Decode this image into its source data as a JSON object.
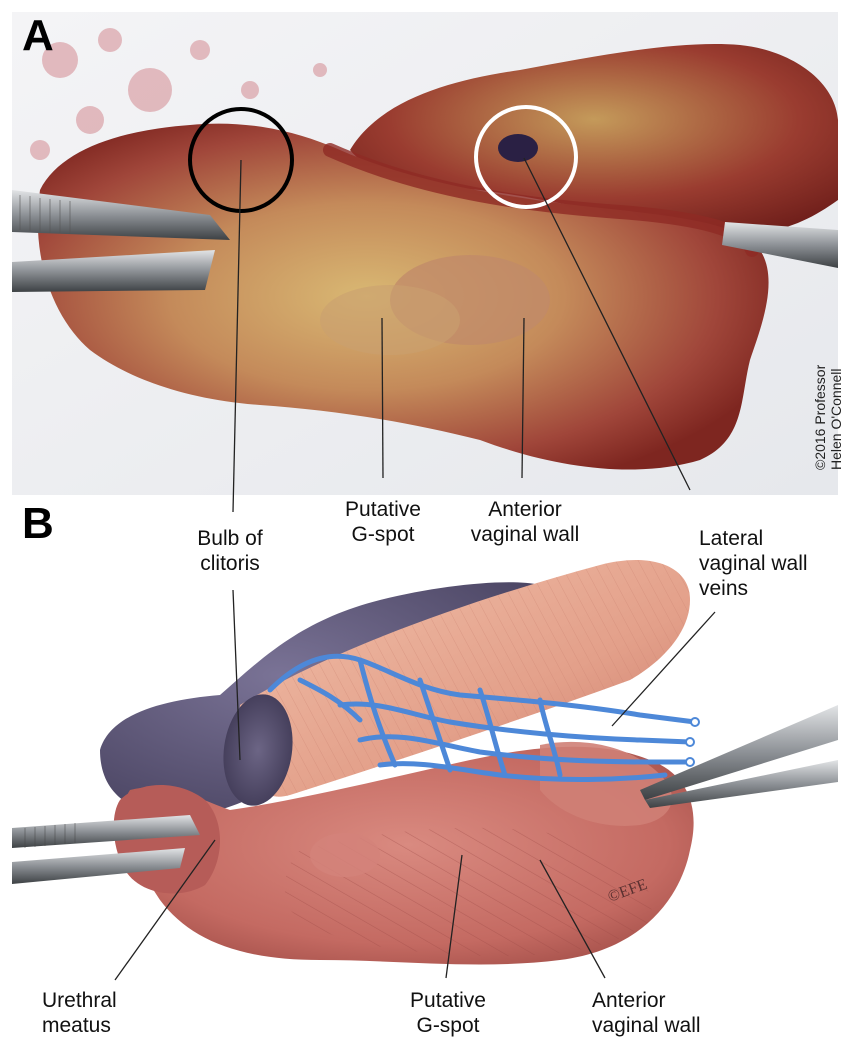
{
  "panels": {
    "a": {
      "letter": "A"
    },
    "b": {
      "letter": "B"
    }
  },
  "photo_credit": "©2016 Professor\nHelen O'Connell",
  "illustration_signature": "©EFE",
  "labels": {
    "bulb_of_clitoris": "Bulb of\nclitoris",
    "putative_gspot_top": "Putative\nG-spot",
    "anterior_vaginal_wall_top": "Anterior\nvaginal wall",
    "lateral_vaginal_wall_veins": "Lateral\nvaginal wall\nveins",
    "urethral_meatus": "Urethral\nmeatus",
    "putative_gspot_bottom": "Putative\nG-spot",
    "anterior_vaginal_wall_bottom": "Anterior\nvaginal wall"
  },
  "colors": {
    "background": "#ffffff",
    "towel": "#eef0f3",
    "tissue_dark": "#8a2a24",
    "tissue_mid": "#b85a48",
    "tissue_yellow": "#d4b36a",
    "bulb_purple": "#5e5779",
    "muscle_pink": "#e6a994",
    "vagina_pink": "#c8706a",
    "vein_blue": "#4d88d8",
    "forceps_steel": "#b9bcc0",
    "label_text": "#111111",
    "leader_line": "#222222"
  }
}
